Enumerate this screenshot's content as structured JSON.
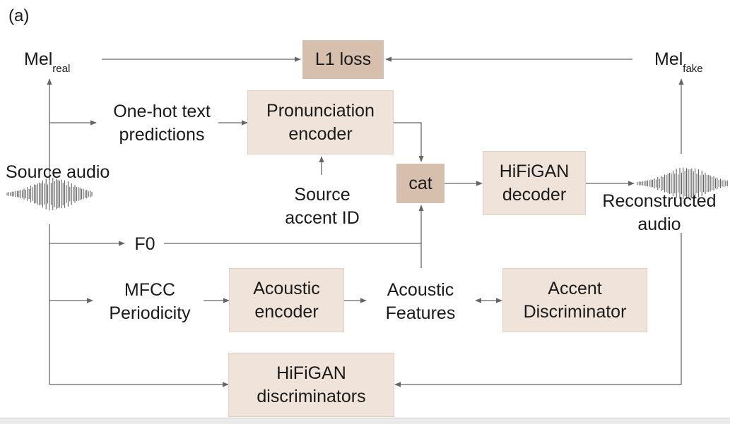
{
  "panel_label": "(a)",
  "nodes": {
    "mel_real": {
      "base": "Mel",
      "sub": "real"
    },
    "mel_fake": {
      "base": "Mel",
      "sub": "fake"
    },
    "l1_loss": "L1 loss",
    "source_audio": "Source audio",
    "one_hot": "One-hot text\npredictions",
    "pronunciation_encoder": "Pronunciation\nencoder",
    "source_accent_id": "Source\naccent ID",
    "cat": "cat",
    "hifigan_decoder": "HiFiGAN\ndecoder",
    "reconstructed_audio": "Reconstructed\naudio",
    "f0": "F0",
    "mfcc_periodicity": "MFCC\nPeriodicity",
    "acoustic_encoder": "Acoustic\nencoder",
    "acoustic_features": "Acoustic\nFeatures",
    "accent_discriminator": "Accent\nDiscriminator",
    "hifigan_discriminators": "HiFiGAN\ndiscriminators"
  },
  "colors": {
    "light_box": "#efe3da",
    "dark_box": "#d7bfae",
    "line": "#666666",
    "waveform": "#555555"
  }
}
